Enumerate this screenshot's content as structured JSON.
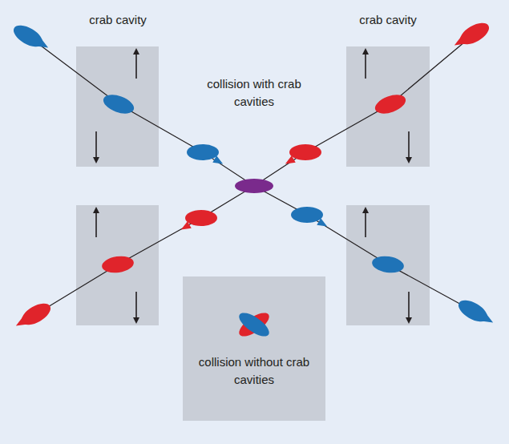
{
  "diagram": {
    "nodes": [
      {
        "text": [
          "collision without crab cavities"
        ]
      }
    ],
    "labels": [
      "crab cavity",
      "crab cavity",
      "collision with crab cavities"
    ]
  }
}
